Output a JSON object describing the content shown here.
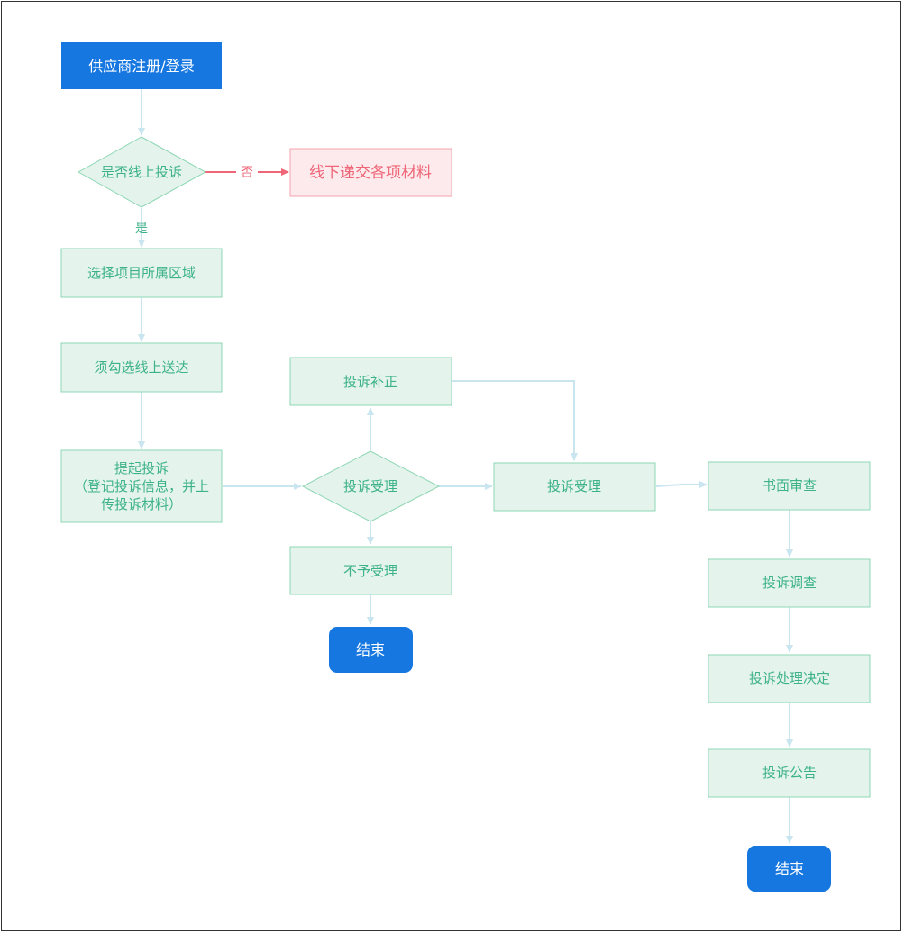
{
  "nodes": {
    "register": "供应商注册/登录",
    "online_decision": "是否线上投诉",
    "offline": "线下递交各项材料",
    "select_region": "选择项目所属区域",
    "check_online": "须勾选线上送达",
    "complaint_line1": "提起投诉",
    "complaint_line2": "（登记投诉信息，并上",
    "complaint_line3": "传投诉材料）",
    "accept_decision": "投诉受理",
    "supplement": "投诉补正",
    "reject": "不予受理",
    "end_left": "结束",
    "accepted": "投诉受理",
    "written_review": "书面审查",
    "investigation": "投诉调查",
    "decision": "投诉处理决定",
    "announcement": "投诉公告",
    "end_right": "结束"
  },
  "edge_labels": {
    "no": "否",
    "yes": "是"
  },
  "colors": {
    "blue": "#1677e0",
    "green_fill": "#e4f4ec",
    "green_stroke": "#8ed7b4",
    "green_text": "#3db287",
    "red_fill": "#fdeaed",
    "red_stroke": "#f4a3ad",
    "red_text": "#ee6677",
    "arrow_light": "#c9e6f0"
  }
}
